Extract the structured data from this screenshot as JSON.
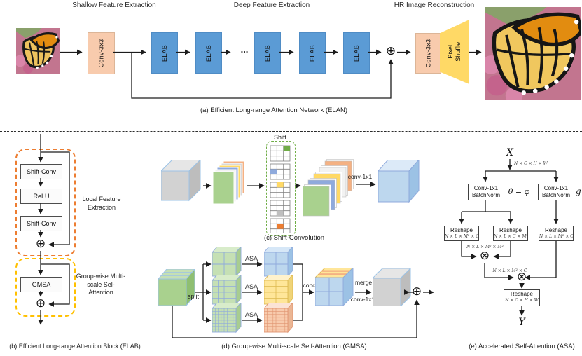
{
  "colors": {
    "elab_blue": "#5B9BD5",
    "conv_peach": "#F8CBAD",
    "shuffle_yellow": "#FFD966",
    "dash_orange": "#ED7D31",
    "dash_yellow": "#FFC000",
    "dash_green": "#70AD47"
  },
  "icons": {
    "add": "⊕",
    "matmul": "⊗"
  },
  "panel_a": {
    "label_shallow": "Shallow Feature Extraction",
    "label_deep": "Deep Feature Extraction",
    "label_hr": "HR Image Reconstruction",
    "conv1_label": "Conv-3x3",
    "conv2_label": "Conv-3x3",
    "elab_labels": [
      "ELAB",
      "ELAB",
      "ELAB",
      "ELAB",
      "ELAB"
    ],
    "dots": "...",
    "pixel_shuffle_label": "Pixel Shuffle",
    "caption": "(a) Efficient Long-range Attention Network (ELAN)"
  },
  "panel_b": {
    "shift_conv1": "Shift-Conv",
    "relu": "ReLU",
    "shift_conv2": "Shift-Conv",
    "gmsa": "GMSA",
    "local_label": "Local Feature Extraction",
    "gmsa_label": "Group-wise Multi-scale Sel-Attention",
    "caption": "(b) Efficient Long-range Attention Block (ELAB)"
  },
  "panel_c": {
    "shift_label": "Shift",
    "conv1x1_label": "conv-1x1",
    "caption": "(c) Shift-Convolution"
  },
  "panel_d": {
    "split_label": "split",
    "asa_labels": [
      "ASA",
      "ASA",
      "ASA"
    ],
    "concat_label": "concat",
    "merge_label": "merge",
    "conv1x1_label": "conv-1x1",
    "caption": "(d) Group-wise Multi-scale Self-Attention (GMSA)"
  },
  "panel_e": {
    "x_label": "X",
    "y_label": "Y",
    "dim_input": "N × C × H × W",
    "conv_bn_line1": "Conv-1x1",
    "conv_bn_line2": "BatchNorm",
    "theta_phi": "θ = φ",
    "g_label": "g",
    "reshape_label": "Reshape",
    "dim_reshape_left": "N × L × M² × C",
    "dim_reshape_mid": "N × L × C × M²",
    "dim_reshape_right": "N × L × M² × C",
    "dim_attn": "N × L × M² × M²",
    "dim_after": "N × L × M² × C",
    "dim_output": "N × C × H × W",
    "caption": "(e) Accelerated Self-Attention (ASA)"
  }
}
